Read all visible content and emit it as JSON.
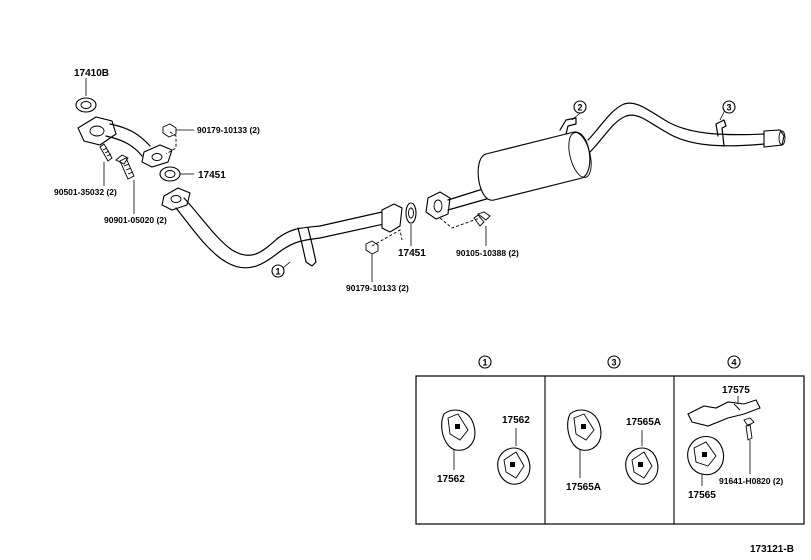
{
  "labels": {
    "gasket_top": "17410B",
    "bolt_top_right": "90179-10133 (2)",
    "gasket_left": "17451",
    "stud_left": "90501-35032 (2)",
    "bolt_left": "90901-05020 (2)",
    "gasket_mid": "17451",
    "bolt_mid": "90179-10133 (2)",
    "bolt_right": "90105-10388 (2)",
    "callout_pipe1": "1",
    "callout_muffler2": "2",
    "callout_tail3": "3"
  },
  "insets": [
    {
      "number": "1",
      "part_a": "17562",
      "part_b": "17562"
    },
    {
      "number": "3",
      "part_a": "17565A",
      "part_b": "17565A"
    },
    {
      "number": "4",
      "part_bracket": "17575",
      "part_bolt": "91641-H0820 (2)",
      "part_hanger": "17565"
    }
  ],
  "footer_code": "173121-B"
}
